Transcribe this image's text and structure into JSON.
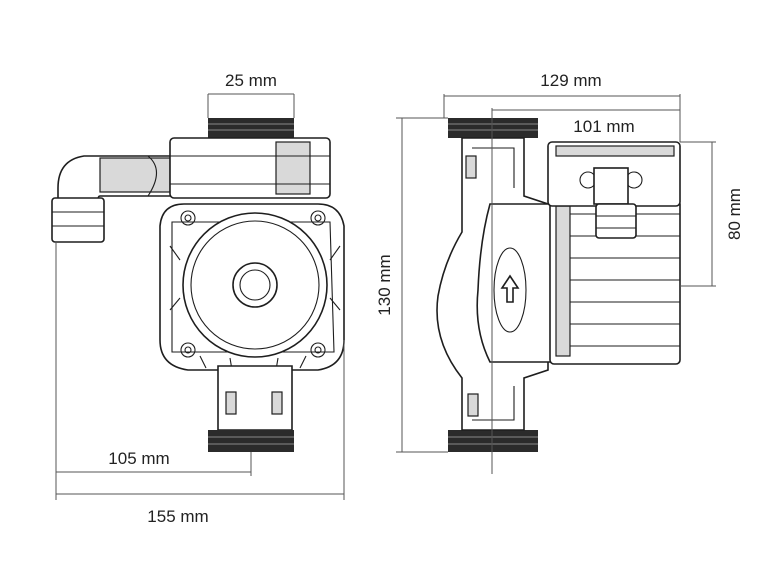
{
  "dimensions": {
    "front_pipe_width": "25 mm",
    "front_inner_width": "105 mm",
    "front_total_width": "155 mm",
    "side_total_depth": "129 mm",
    "side_motor_depth": "101 mm",
    "side_height": "130 mm",
    "side_box_height": "80 mm"
  },
  "icons": [
    "flow-arrow-icon"
  ]
}
